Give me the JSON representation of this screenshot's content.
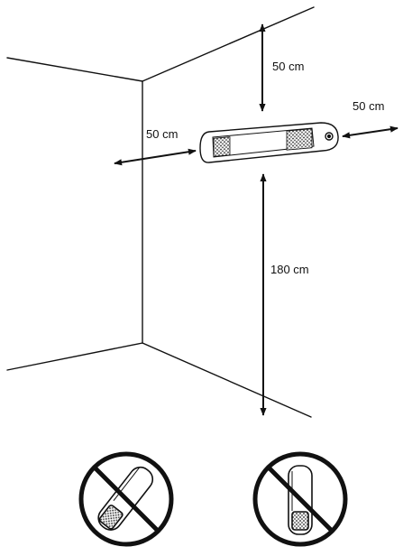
{
  "labels": {
    "top_clearance": "50 cm",
    "side_clearance_left": "50 cm",
    "side_clearance_right": "50 cm",
    "floor_clearance": "180 cm"
  },
  "icons": {
    "forbidden_tilted": "prohibited-tilted-mounting-icon",
    "forbidden_vertical": "prohibited-vertical-mounting-icon"
  },
  "colors": {
    "ink": "#111111",
    "paper": "#ffffff"
  }
}
